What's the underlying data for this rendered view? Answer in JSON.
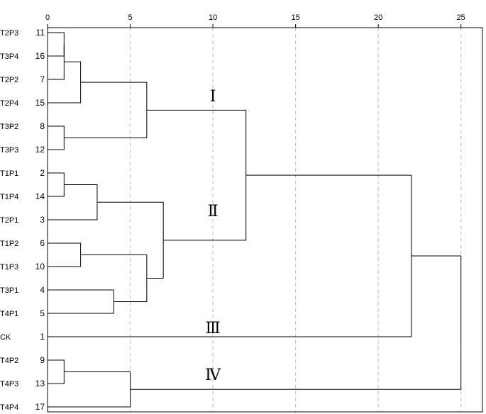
{
  "axis": {
    "ticks": [
      0,
      5,
      10,
      15,
      20,
      25
    ],
    "tick_labels": [
      "0",
      "5",
      "10",
      "15",
      "20",
      "25"
    ],
    "xlim": [
      0,
      26.3
    ]
  },
  "leaves": [
    {
      "name": "T2P3",
      "id": "11"
    },
    {
      "name": "T3P4",
      "id": "16"
    },
    {
      "name": "T2P2",
      "id": "7"
    },
    {
      "name": "T2P4",
      "id": "15"
    },
    {
      "name": "T3P2",
      "id": "8"
    },
    {
      "name": "T3P3",
      "id": "12"
    },
    {
      "name": "T1P1",
      "id": "2"
    },
    {
      "name": "T1P4",
      "id": "14"
    },
    {
      "name": "T2P1",
      "id": "3"
    },
    {
      "name": "T1P2",
      "id": "6"
    },
    {
      "name": "T1P3",
      "id": "10"
    },
    {
      "name": "T3P1",
      "id": "4"
    },
    {
      "name": "T4P1",
      "id": "5"
    },
    {
      "name": "CK",
      "id": "1"
    },
    {
      "name": "T4P2",
      "id": "9"
    },
    {
      "name": "T4P3",
      "id": "13"
    },
    {
      "name": "T4P4",
      "id": "17"
    }
  ],
  "merges": [
    {
      "a": "L0",
      "b": "L1",
      "h": 1.0
    },
    {
      "a": "N0",
      "b": "L2",
      "h": 1.0
    },
    {
      "a": "N1",
      "b": "L3",
      "h": 2.0
    },
    {
      "a": "L4",
      "b": "L5",
      "h": 1.0
    },
    {
      "a": "N2",
      "b": "N3",
      "h": 6.0
    },
    {
      "a": "L6",
      "b": "L7",
      "h": 1.0
    },
    {
      "a": "N5",
      "b": "L8",
      "h": 3.0
    },
    {
      "a": "L9",
      "b": "L10",
      "h": 2.0
    },
    {
      "a": "L11",
      "b": "L12",
      "h": 4.0
    },
    {
      "a": "N7",
      "b": "N8",
      "h": 6.0
    },
    {
      "a": "N6",
      "b": "N9",
      "h": 7.0
    },
    {
      "a": "N4",
      "b": "N10",
      "h": 12.0
    },
    {
      "a": "N11",
      "b": "L13",
      "h": 22.0
    },
    {
      "a": "L14",
      "b": "L15",
      "h": 1.0
    },
    {
      "a": "N13",
      "b": "L16",
      "h": 5.0
    },
    {
      "a": "N12",
      "b": "N14",
      "h": 25.0
    }
  ],
  "cluster_labels": [
    {
      "text": "Ⅰ",
      "x": 10,
      "row": 2.7
    },
    {
      "text": "Ⅱ",
      "x": 10,
      "row": 7.6
    },
    {
      "text": "Ⅲ",
      "x": 10,
      "row": 12.6
    },
    {
      "text": "Ⅳ",
      "x": 10,
      "row": 14.6
    }
  ]
}
